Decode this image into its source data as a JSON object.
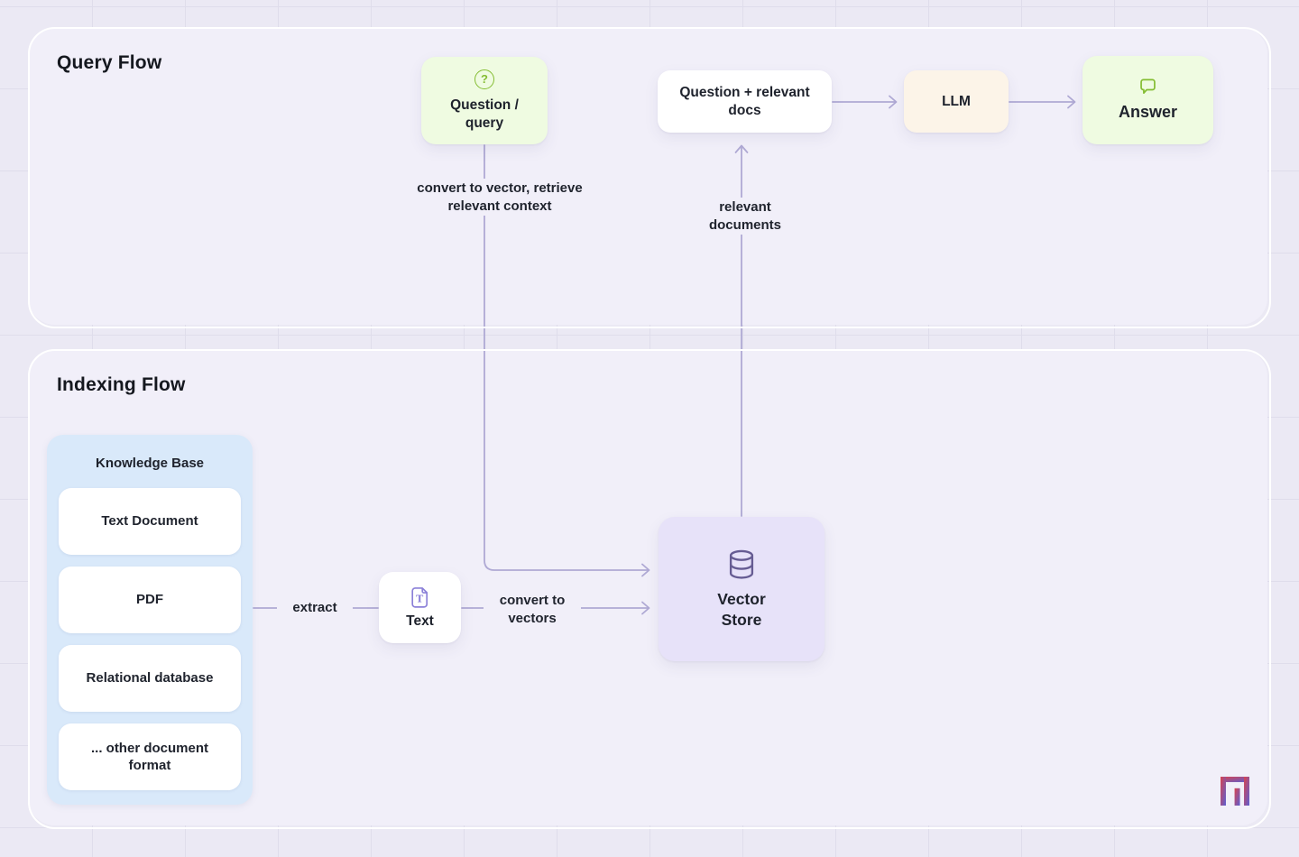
{
  "panels": {
    "query_flow": {
      "title": "Query Flow"
    },
    "indexing_flow": {
      "title": "Indexing Flow"
    }
  },
  "nodes": {
    "question_query": {
      "label": "Question /\nquery",
      "icon": "question-circle-icon",
      "icon_glyph": "?",
      "bg": "#EFFBE1"
    },
    "question_relevant_docs": {
      "label": "Question + relevant\ndocs",
      "bg": "#FFFFFF"
    },
    "llm": {
      "label": "LLM",
      "bg": "#FCF4E8"
    },
    "answer": {
      "label": "Answer",
      "icon": "speech-bubble-icon",
      "bg": "#EFFBE1"
    },
    "knowledge_base": {
      "title": "Knowledge Base",
      "bg": "#D9E9FA",
      "items": [
        "Text Document",
        "PDF",
        "Relational database",
        "... other document\nformat"
      ]
    },
    "text": {
      "label": "Text",
      "icon": "document-text-icon",
      "bg": "#FFFFFF"
    },
    "vector_store": {
      "label": "Vector\nStore",
      "icon": "database-icon",
      "bg": "#E7E2F9"
    }
  },
  "edge_labels": {
    "query_to_vector_store": "convert to vector, retrieve\nrelevant context",
    "vector_store_to_docs": "relevant\ndocuments",
    "kb_to_text": "extract",
    "text_to_vector_store": "convert to\nvectors"
  },
  "colors": {
    "page_bg": "#EBE9F4",
    "grid_line": "#DFDDEB",
    "panel_bg": "#F1EFF9",
    "panel_border": "#FFFFFF",
    "node_green_bg": "#EFFBE1",
    "node_cream_bg": "#FCF4E8",
    "node_purple_bg": "#E7E2F9",
    "node_blue_bg": "#D9E9FA",
    "accent_green": "#84BD32",
    "accent_purple": "#8B80D8",
    "database_icon_color": "#665C93",
    "connector": "#AFA9D4",
    "text_dark": "#1E222C",
    "logo_gradient_start": "#D9434F",
    "logo_gradient_end": "#5B5ED1"
  }
}
